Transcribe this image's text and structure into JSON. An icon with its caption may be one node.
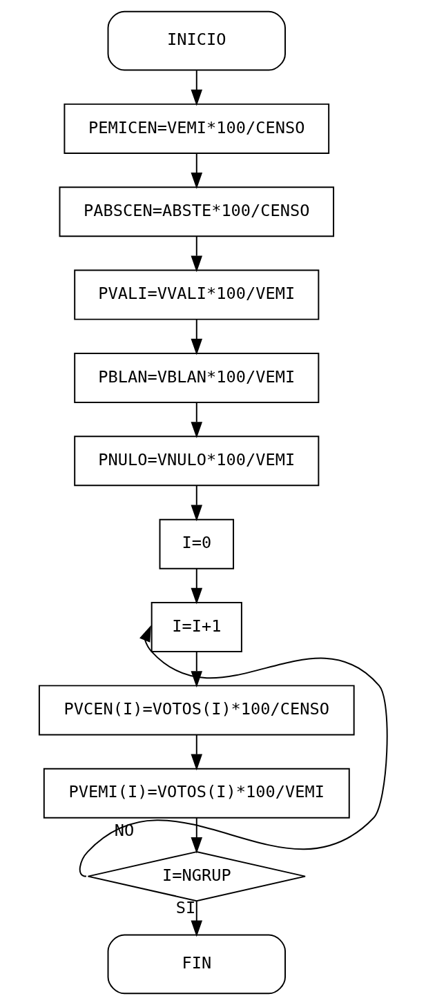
{
  "diagram": {
    "nodes": [
      {
        "text": [
          "INICIO"
        ]
      },
      {
        "text": [
          "PEMICEN=VEMI*100/CENSO"
        ]
      },
      {
        "text": [
          "PABSCEN=ABSTE*100/CENSO"
        ]
      },
      {
        "text": [
          "PVALI=VVALI*100/VEMI"
        ]
      },
      {
        "text": [
          "PBLAN=VBLAN*100/VEMI"
        ]
      },
      {
        "text": [
          "PNULO=VNULO*100/VEMI"
        ]
      },
      {
        "text": [
          "I=0"
        ]
      },
      {
        "text": [
          "I=I+1"
        ]
      },
      {
        "text": [
          "PVCEN(I)=VOTOS(I)*100/CENSO"
        ]
      },
      {
        "text": [
          "PVEMI(I)=VOTOS(I)*100/VEMI"
        ]
      },
      {
        "text": [
          "I=NGRUP"
        ]
      },
      {
        "text": [
          "FIN"
        ]
      }
    ],
    "edges": [
      {
        "from": 0,
        "to": 1,
        "arrow": "to"
      },
      {
        "from": 1,
        "to": 2,
        "arrow": "to"
      },
      {
        "from": 2,
        "to": 3,
        "arrow": "to"
      },
      {
        "from": 3,
        "to": 4,
        "arrow": "to"
      },
      {
        "from": 4,
        "to": 5,
        "arrow": "to"
      },
      {
        "from": 5,
        "to": 6,
        "arrow": "to"
      },
      {
        "from": 6,
        "to": 7,
        "arrow": "to"
      },
      {
        "from": 7,
        "to": 8,
        "arrow": "to"
      },
      {
        "from": 8,
        "to": 9,
        "arrow": "to"
      },
      {
        "from": 9,
        "to": 10,
        "arrow": "to"
      },
      {
        "from": 10,
        "to": 7,
        "arrow": "to",
        "label": "NO"
      },
      {
        "from": 10,
        "to": 11,
        "arrow": "to",
        "label": "SI"
      }
    ]
  }
}
